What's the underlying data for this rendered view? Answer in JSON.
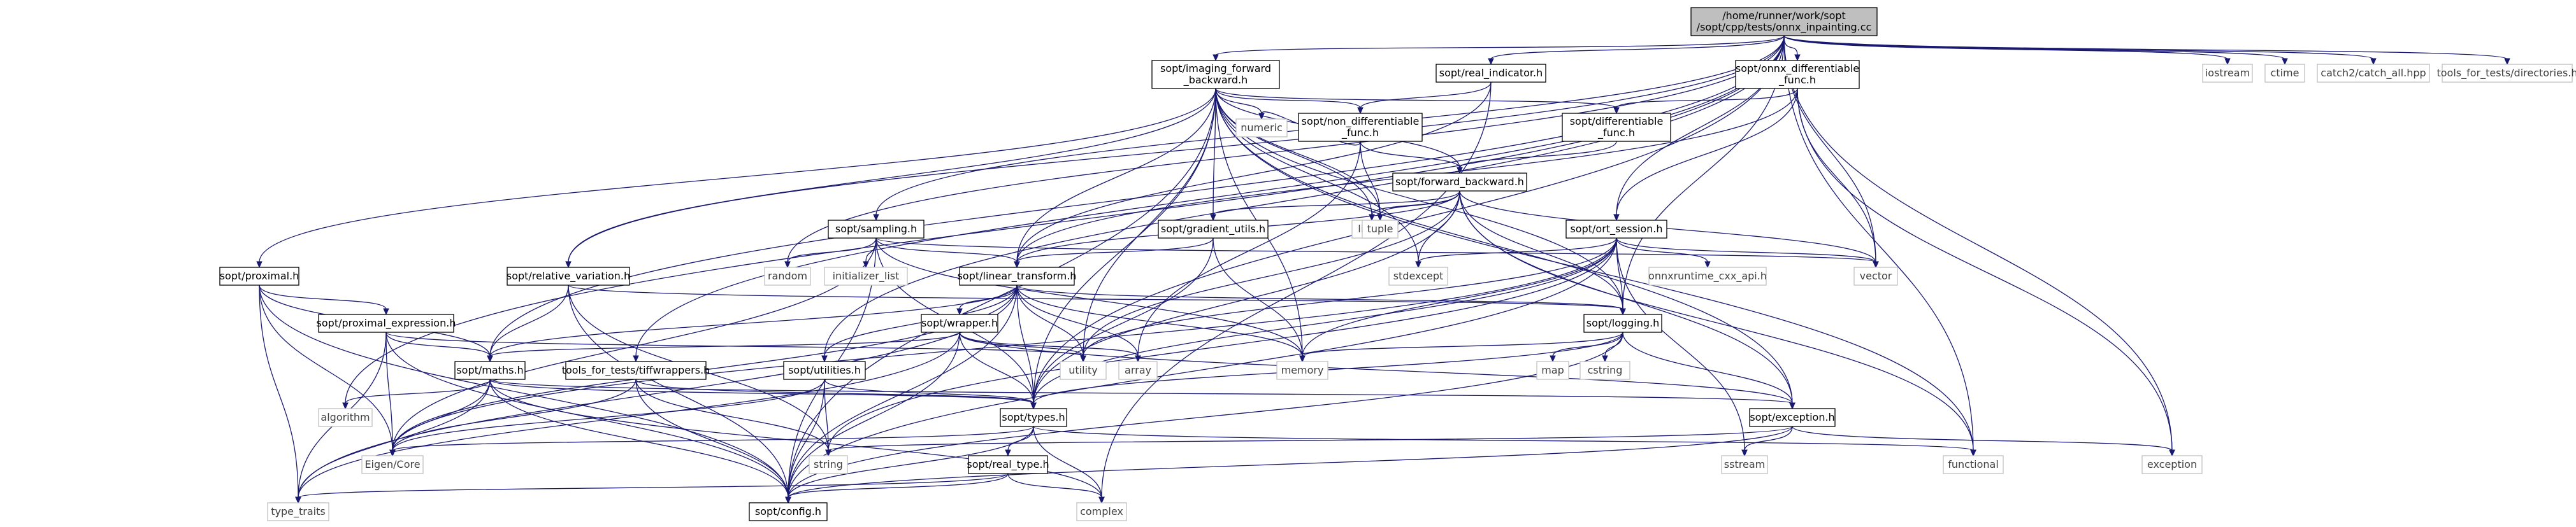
{
  "graph": {
    "root": "nd_root",
    "nodes": [
      {
        "id": "nd_root",
        "lines": [
          "/home/runner/work/sopt",
          "/sopt/cpp/tests/onnx_inpainting.cc"
        ],
        "kind": "root"
      },
      {
        "id": "nd_ifb",
        "lines": [
          "sopt/imaging_forward",
          "_backward.h"
        ],
        "kind": "file"
      },
      {
        "id": "nd_realind",
        "lines": [
          "sopt/real_indicator.h"
        ],
        "kind": "file"
      },
      {
        "id": "nd_onnxdiff",
        "lines": [
          "sopt/onnx_differentiable",
          "_func.h"
        ],
        "kind": "file"
      },
      {
        "id": "nd_iostream",
        "lines": [
          "iostream"
        ],
        "kind": "ext"
      },
      {
        "id": "nd_ctime",
        "lines": [
          "ctime"
        ],
        "kind": "ext"
      },
      {
        "id": "nd_catch",
        "lines": [
          "catch2/catch_all.hpp"
        ],
        "kind": "ext"
      },
      {
        "id": "nd_tftd",
        "lines": [
          "tools_for_tests/directories.h"
        ],
        "kind": "ext"
      },
      {
        "id": "nd_nondiff",
        "lines": [
          "sopt/non_differentiable",
          "_func.h"
        ],
        "kind": "file"
      },
      {
        "id": "nd_diff",
        "lines": [
          "sopt/differentiable",
          "_func.h"
        ],
        "kind": "file"
      },
      {
        "id": "nd_numeric",
        "lines": [
          "numeric"
        ],
        "kind": "ext"
      },
      {
        "id": "nd_fb",
        "lines": [
          "sopt/forward_backward.h"
        ],
        "kind": "file"
      },
      {
        "id": "nd_sampling",
        "lines": [
          "sopt/sampling.h"
        ],
        "kind": "file"
      },
      {
        "id": "nd_grad",
        "lines": [
          "sopt/gradient_utils.h"
        ],
        "kind": "file"
      },
      {
        "id": "nd_limits",
        "lines": [
          "limits"
        ],
        "kind": "ext"
      },
      {
        "id": "nd_tuple",
        "lines": [
          "tuple"
        ],
        "kind": "ext"
      },
      {
        "id": "nd_ort",
        "lines": [
          "sopt/ort_session.h"
        ],
        "kind": "file"
      },
      {
        "id": "nd_prox",
        "lines": [
          "sopt/proximal.h"
        ],
        "kind": "file"
      },
      {
        "id": "nd_random",
        "lines": [
          "random"
        ],
        "kind": "ext"
      },
      {
        "id": "nd_initlist",
        "lines": [
          "initializer_list"
        ],
        "kind": "ext"
      },
      {
        "id": "nd_relvar",
        "lines": [
          "sopt/relative_variation.h"
        ],
        "kind": "file"
      },
      {
        "id": "nd_lt",
        "lines": [
          "sopt/linear_transform.h"
        ],
        "kind": "file"
      },
      {
        "id": "nd_stdexcept",
        "lines": [
          "stdexcept"
        ],
        "kind": "ext"
      },
      {
        "id": "nd_onnxrt",
        "lines": [
          "onnxruntime_cxx_api.h"
        ],
        "kind": "ext"
      },
      {
        "id": "nd_vector",
        "lines": [
          "vector"
        ],
        "kind": "ext"
      },
      {
        "id": "nd_proxexpr",
        "lines": [
          "sopt/proximal_expression.h"
        ],
        "kind": "file"
      },
      {
        "id": "nd_wrapper",
        "lines": [
          "sopt/wrapper.h"
        ],
        "kind": "file"
      },
      {
        "id": "nd_logging",
        "lines": [
          "sopt/logging.h"
        ],
        "kind": "file"
      },
      {
        "id": "nd_maths",
        "lines": [
          "sopt/maths.h"
        ],
        "kind": "file"
      },
      {
        "id": "nd_tiff",
        "lines": [
          "tools_for_tests/tiffwrappers.h"
        ],
        "kind": "file"
      },
      {
        "id": "nd_util_h",
        "lines": [
          "sopt/utilities.h"
        ],
        "kind": "file"
      },
      {
        "id": "nd_utility",
        "lines": [
          "utility"
        ],
        "kind": "ext"
      },
      {
        "id": "nd_array",
        "lines": [
          "array"
        ],
        "kind": "ext"
      },
      {
        "id": "nd_memory",
        "lines": [
          "memory"
        ],
        "kind": "ext"
      },
      {
        "id": "nd_map",
        "lines": [
          "map"
        ],
        "kind": "ext"
      },
      {
        "id": "nd_cstring",
        "lines": [
          "cstring"
        ],
        "kind": "ext"
      },
      {
        "id": "nd_algorithm",
        "lines": [
          "algorithm"
        ],
        "kind": "ext"
      },
      {
        "id": "nd_types",
        "lines": [
          "sopt/types.h"
        ],
        "kind": "file"
      },
      {
        "id": "nd_exception",
        "lines": [
          "sopt/exception.h"
        ],
        "kind": "file"
      },
      {
        "id": "nd_eigen",
        "lines": [
          "Eigen/Core"
        ],
        "kind": "ext"
      },
      {
        "id": "nd_string",
        "lines": [
          "string"
        ],
        "kind": "ext"
      },
      {
        "id": "nd_realtype",
        "lines": [
          "sopt/real_type.h"
        ],
        "kind": "file"
      },
      {
        "id": "nd_sstream",
        "lines": [
          "sstream"
        ],
        "kind": "ext"
      },
      {
        "id": "nd_functional",
        "lines": [
          "functional"
        ],
        "kind": "ext"
      },
      {
        "id": "nd_exceptionstd",
        "lines": [
          "exception"
        ],
        "kind": "ext"
      },
      {
        "id": "nd_typetraits",
        "lines": [
          "type_traits"
        ],
        "kind": "ext"
      },
      {
        "id": "nd_config",
        "lines": [
          "sopt/config.h"
        ],
        "kind": "file"
      },
      {
        "id": "nd_complex",
        "lines": [
          "complex"
        ],
        "kind": "ext"
      }
    ],
    "edges": [
      [
        "nd_root",
        "nd_ifb"
      ],
      [
        "nd_root",
        "nd_realind"
      ],
      [
        "nd_root",
        "nd_onnxdiff"
      ],
      [
        "nd_root",
        "nd_iostream"
      ],
      [
        "nd_root",
        "nd_ctime"
      ],
      [
        "nd_root",
        "nd_catch"
      ],
      [
        "nd_root",
        "nd_tftd"
      ],
      [
        "nd_root",
        "nd_sampling"
      ],
      [
        "nd_root",
        "nd_random"
      ],
      [
        "nd_root",
        "nd_relvar"
      ],
      [
        "nd_root",
        "nd_ort"
      ],
      [
        "nd_root",
        "nd_vector"
      ],
      [
        "nd_root",
        "nd_tiff"
      ],
      [
        "nd_root",
        "nd_maths"
      ],
      [
        "nd_root",
        "nd_algorithm"
      ],
      [
        "nd_root",
        "nd_types"
      ],
      [
        "nd_root",
        "nd_logging"
      ],
      [
        "nd_root",
        "nd_functional"
      ],
      [
        "nd_root",
        "nd_exceptionstd"
      ],
      [
        "nd_root",
        "nd_util_h"
      ],
      [
        "nd_ifb",
        "nd_nondiff"
      ],
      [
        "nd_ifb",
        "nd_diff"
      ],
      [
        "nd_ifb",
        "nd_fb"
      ],
      [
        "nd_ifb",
        "nd_grad"
      ],
      [
        "nd_ifb",
        "nd_prox"
      ],
      [
        "nd_ifb",
        "nd_relvar"
      ],
      [
        "nd_ifb",
        "nd_lt"
      ],
      [
        "nd_ifb",
        "nd_numeric"
      ],
      [
        "nd_ifb",
        "nd_limits"
      ],
      [
        "nd_ifb",
        "nd_tuple"
      ],
      [
        "nd_ifb",
        "nd_stdexcept"
      ],
      [
        "nd_ifb",
        "nd_logging"
      ],
      [
        "nd_ifb",
        "nd_exception"
      ],
      [
        "nd_ifb",
        "nd_types"
      ],
      [
        "nd_ifb",
        "nd_memory"
      ],
      [
        "nd_ifb",
        "nd_config"
      ],
      [
        "nd_ifb",
        "nd_functional"
      ],
      [
        "nd_ifb",
        "nd_utility"
      ],
      [
        "nd_realind",
        "nd_nondiff"
      ],
      [
        "nd_realind",
        "nd_lt"
      ],
      [
        "nd_realind",
        "nd_complex"
      ],
      [
        "nd_onnxdiff",
        "nd_diff"
      ],
      [
        "nd_onnxdiff",
        "nd_ort"
      ],
      [
        "nd_onnxdiff",
        "nd_vector"
      ],
      [
        "nd_onnxdiff",
        "nd_exceptionstd"
      ],
      [
        "nd_onnxdiff",
        "nd_lt"
      ],
      [
        "nd_nondiff",
        "nd_fb"
      ],
      [
        "nd_nondiff",
        "nd_numeric"
      ],
      [
        "nd_nondiff",
        "nd_tuple"
      ],
      [
        "nd_nondiff",
        "nd_array"
      ],
      [
        "nd_diff",
        "nd_fb"
      ],
      [
        "nd_fb",
        "nd_limits"
      ],
      [
        "nd_fb",
        "nd_tuple"
      ],
      [
        "nd_fb",
        "nd_vector"
      ],
      [
        "nd_fb",
        "nd_grad"
      ],
      [
        "nd_fb",
        "nd_lt"
      ],
      [
        "nd_fb",
        "nd_logging"
      ],
      [
        "nd_fb",
        "nd_exception"
      ],
      [
        "nd_fb",
        "nd_types"
      ],
      [
        "nd_fb",
        "nd_functional"
      ],
      [
        "nd_fb",
        "nd_utility"
      ],
      [
        "nd_fb",
        "nd_stdexcept"
      ],
      [
        "nd_sampling",
        "nd_lt"
      ],
      [
        "nd_sampling",
        "nd_random"
      ],
      [
        "nd_sampling",
        "nd_initlist"
      ],
      [
        "nd_sampling",
        "nd_vector"
      ],
      [
        "nd_sampling",
        "nd_memory"
      ],
      [
        "nd_sampling",
        "nd_types"
      ],
      [
        "nd_sampling",
        "nd_eigen"
      ],
      [
        "nd_sampling",
        "nd_config"
      ],
      [
        "nd_grad",
        "nd_lt"
      ],
      [
        "nd_grad",
        "nd_memory"
      ],
      [
        "nd_grad",
        "nd_types"
      ],
      [
        "nd_ort",
        "nd_stdexcept"
      ],
      [
        "nd_ort",
        "nd_onnxrt"
      ],
      [
        "nd_ort",
        "nd_vector"
      ],
      [
        "nd_ort",
        "nd_logging"
      ],
      [
        "nd_ort",
        "nd_types"
      ],
      [
        "nd_ort",
        "nd_sstream"
      ],
      [
        "nd_ort",
        "nd_memory"
      ],
      [
        "nd_ort",
        "nd_string"
      ],
      [
        "nd_ort",
        "nd_config"
      ],
      [
        "nd_ort",
        "nd_eigen"
      ],
      [
        "nd_ort",
        "nd_utility"
      ],
      [
        "nd_prox",
        "nd_proxexpr"
      ],
      [
        "nd_prox",
        "nd_maths"
      ],
      [
        "nd_prox",
        "nd_eigen"
      ],
      [
        "nd_prox",
        "nd_typetraits"
      ],
      [
        "nd_prox",
        "nd_config"
      ],
      [
        "nd_relvar",
        "nd_maths"
      ],
      [
        "nd_relvar",
        "nd_logging"
      ],
      [
        "nd_relvar",
        "nd_string"
      ],
      [
        "nd_relvar",
        "nd_config"
      ],
      [
        "nd_lt",
        "nd_wrapper"
      ],
      [
        "nd_lt",
        "nd_maths"
      ],
      [
        "nd_lt",
        "nd_types"
      ],
      [
        "nd_lt",
        "nd_array"
      ],
      [
        "nd_lt",
        "nd_memory"
      ],
      [
        "nd_lt",
        "nd_utility"
      ],
      [
        "nd_lt",
        "nd_util_h"
      ],
      [
        "nd_lt",
        "nd_logging"
      ],
      [
        "nd_lt",
        "nd_typetraits"
      ],
      [
        "nd_lt",
        "nd_eigen"
      ],
      [
        "nd_lt",
        "nd_config"
      ],
      [
        "nd_proxexpr",
        "nd_maths"
      ],
      [
        "nd_proxexpr",
        "nd_eigen"
      ],
      [
        "nd_proxexpr",
        "nd_typetraits"
      ],
      [
        "nd_proxexpr",
        "nd_utility"
      ],
      [
        "nd_proxexpr",
        "nd_config"
      ],
      [
        "nd_wrapper",
        "nd_maths"
      ],
      [
        "nd_wrapper",
        "nd_types"
      ],
      [
        "nd_wrapper",
        "nd_array"
      ],
      [
        "nd_wrapper",
        "nd_utility"
      ],
      [
        "nd_wrapper",
        "nd_typetraits"
      ],
      [
        "nd_wrapper",
        "nd_config"
      ],
      [
        "nd_wrapper",
        "nd_exception"
      ],
      [
        "nd_logging",
        "nd_exception"
      ],
      [
        "nd_logging",
        "nd_map"
      ],
      [
        "nd_logging",
        "nd_cstring"
      ],
      [
        "nd_logging",
        "nd_memory"
      ],
      [
        "nd_logging",
        "nd_config"
      ],
      [
        "nd_logging",
        "nd_types"
      ],
      [
        "nd_maths",
        "nd_algorithm"
      ],
      [
        "nd_maths",
        "nd_eigen"
      ],
      [
        "nd_maths",
        "nd_types"
      ],
      [
        "nd_maths",
        "nd_exception"
      ],
      [
        "nd_maths",
        "nd_complex"
      ],
      [
        "nd_maths",
        "nd_config"
      ],
      [
        "nd_maths",
        "nd_typetraits"
      ],
      [
        "nd_tiff",
        "nd_types"
      ],
      [
        "nd_tiff",
        "nd_eigen"
      ],
      [
        "nd_tiff",
        "nd_string"
      ],
      [
        "nd_tiff",
        "nd_config"
      ],
      [
        "nd_util_h",
        "nd_types"
      ],
      [
        "nd_util_h",
        "nd_eigen"
      ],
      [
        "nd_util_h",
        "nd_string"
      ],
      [
        "nd_util_h",
        "nd_config"
      ],
      [
        "nd_types",
        "nd_eigen"
      ],
      [
        "nd_types",
        "nd_realtype"
      ],
      [
        "nd_types",
        "nd_complex"
      ],
      [
        "nd_types",
        "nd_functional"
      ],
      [
        "nd_types",
        "nd_config"
      ],
      [
        "nd_exception",
        "nd_sstream"
      ],
      [
        "nd_exception",
        "nd_string"
      ],
      [
        "nd_exception",
        "nd_exceptionstd"
      ],
      [
        "nd_exception",
        "nd_config"
      ],
      [
        "nd_realtype",
        "nd_complex"
      ],
      [
        "nd_realtype",
        "nd_typetraits"
      ],
      [
        "nd_realtype",
        "nd_config"
      ]
    ]
  },
  "colors": {
    "edge": "#191970",
    "root_fill": "#bfbfbf",
    "node_fill": "#ffffff",
    "node_border": "#000000",
    "ext_border": "#bfbfbf",
    "ext_text": "#3f3f3f"
  }
}
